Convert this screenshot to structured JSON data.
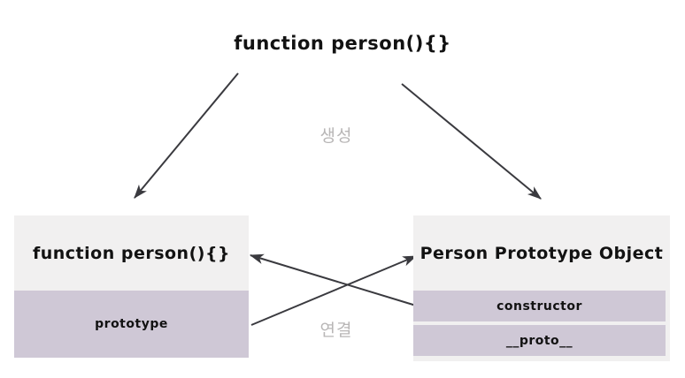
{
  "diagram": {
    "title": "function person(){}",
    "edge_labels": {
      "create": "생성",
      "link": "연결"
    },
    "nodes": {
      "function_object": {
        "header": "function person(){}",
        "rows": [
          "prototype"
        ]
      },
      "prototype_object": {
        "header": "Person Prototype Object",
        "rows": [
          "constructor",
          "__proto__"
        ]
      }
    },
    "colors": {
      "panel_bg": "#f1f0f0",
      "row_purple": "#cfc8d6",
      "arrow": "#3a3a3f",
      "label_gray": "#b8b6b6",
      "text": "#121212"
    }
  }
}
